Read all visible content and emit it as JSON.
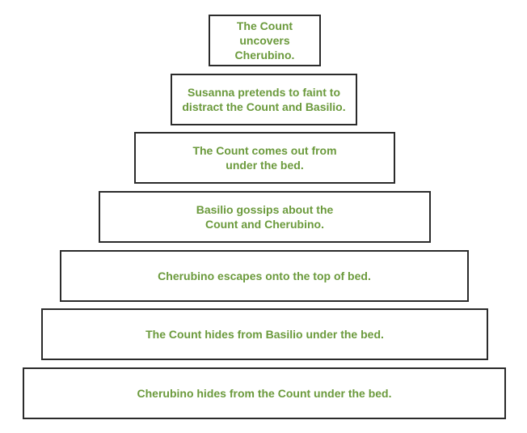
{
  "pyramid": {
    "steps": [
      {
        "text": "The Count\nuncovers\nCherubino."
      },
      {
        "text": "Susanna pretends to faint to\ndistract the Count and Basilio."
      },
      {
        "text": "The Count comes out from\nunder the bed."
      },
      {
        "text": "Basilio gossips about the\nCount and Cherubino."
      },
      {
        "text": "Cherubino escapes onto the top of bed."
      },
      {
        "text": "The Count hides from Basilio under the bed."
      },
      {
        "text": "Cherubino hides from the Count under the bed."
      }
    ]
  },
  "colors": {
    "text": "#6b9a3c",
    "border": "#2b2b2b",
    "background": "#ffffff"
  }
}
